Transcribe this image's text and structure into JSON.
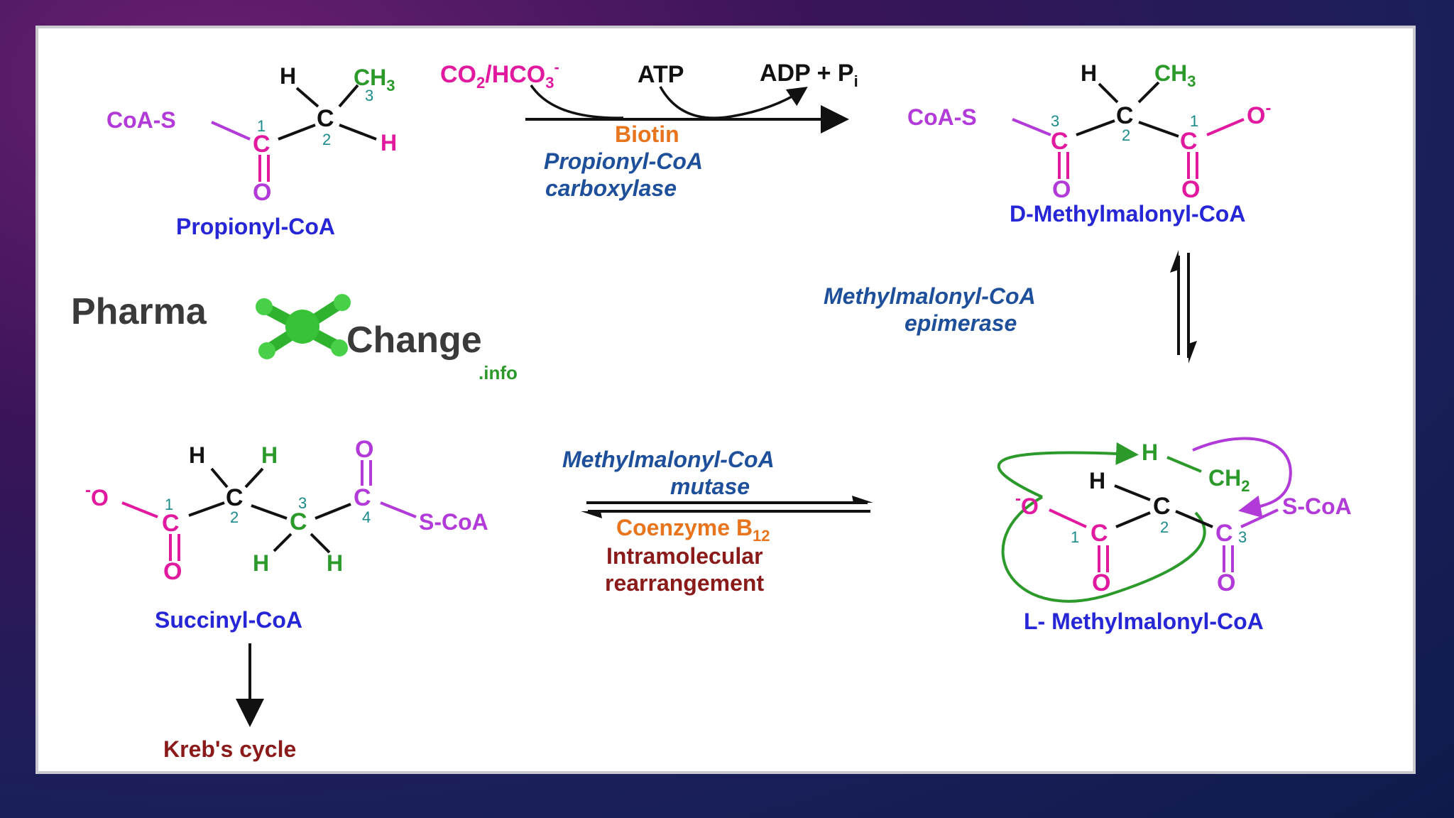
{
  "colors": {
    "black": "#111111",
    "magenta": "#e0199e",
    "purple": "#b23ad8",
    "green": "#2b9a2b",
    "teal": "#1a8a8a",
    "blue": "#2626d6",
    "navy": "#1e4f9a",
    "orange": "#e8751e",
    "maroon": "#8b1a1a"
  },
  "propionyl": {
    "name": "Propionyl-CoA",
    "coa_s": "CoA-S",
    "c1": "C",
    "c2": "C",
    "o": "O",
    "h_top": "H",
    "ch3": "CH",
    "ch3_sub": "3",
    "h_right": "H",
    "n1": "1",
    "n2": "2",
    "n3": "3"
  },
  "reaction1": {
    "co2": "CO",
    "co2_sub": "2",
    "slash_hco3": "/HCO",
    "hco3_sub": "3",
    "hco3_sup": "-",
    "atp": "ATP",
    "adp": "ADP + P",
    "pi_sub": "i",
    "cofactor": "Biotin",
    "enzyme_line1": "Propionyl-CoA",
    "enzyme_line2": "carboxylase"
  },
  "d_methylmalonyl": {
    "name": "D-Methylmalonyl-CoA",
    "coa_s": "CoA-S",
    "c3": "C",
    "c2": "C",
    "c1": "C",
    "o_left": "O",
    "o_right": "O",
    "o_minus": "O",
    "minus": "-",
    "h_top": "H",
    "ch3": "CH",
    "ch3_sub": "3",
    "n3": "3",
    "n2": "2",
    "n1": "1"
  },
  "epimerase": {
    "line1": "Methylmalonyl-CoA",
    "line2": "epimerase"
  },
  "logo": {
    "pharma": "Pharma",
    "change": "Change",
    "info": ".info"
  },
  "l_methylmalonyl": {
    "name": "L- Methylmalonyl-CoA",
    "h_top": "H",
    "ch2": "CH",
    "ch2_sub": "2",
    "h_left": "H",
    "o_minus": "O",
    "minus": "-",
    "c1": "C",
    "c2": "C",
    "c3": "C",
    "o1": "O",
    "o3": "O",
    "s_coa": "S-CoA",
    "n1": "1",
    "n2": "2",
    "n3": "3"
  },
  "mutase": {
    "line1": "Methylmalonyl-CoA",
    "line2": "mutase",
    "cofactor": "Coenzyme B",
    "cofactor_sub": "12",
    "note_line1": "Intramolecular",
    "note_line2": "rearrangement"
  },
  "succinyl": {
    "name": "Succinyl-CoA",
    "o_minus": "O",
    "minus": "-",
    "c1": "C",
    "c2": "C",
    "c3": "C",
    "c4": "C",
    "o_bottom": "O",
    "o_top": "O",
    "s_coa": "S-CoA",
    "h_c2_left": "H",
    "h_c2_right": "H",
    "h_c3_left": "H",
    "h_c3_right": "H",
    "n1": "1",
    "n2": "2",
    "n3": "3",
    "n4": "4"
  },
  "krebs": {
    "label": "Kreb's cycle"
  }
}
